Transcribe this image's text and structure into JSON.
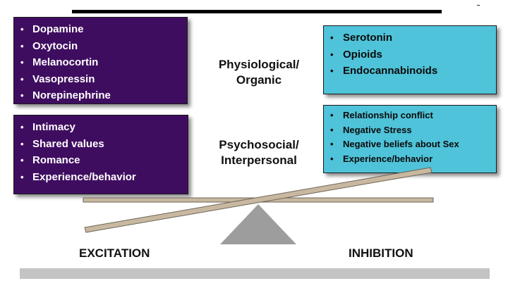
{
  "excitation": {
    "label": "EXCITATION",
    "physiological": [
      "Dopamine",
      "Oxytocin",
      "Melanocortin",
      "Vasopressin",
      "Norepinephrine"
    ],
    "psychosocial": [
      "Intimacy",
      "Shared values",
      "Romance",
      "Experience/behavior"
    ],
    "color": "#3f0d60"
  },
  "inhibition": {
    "label": "INHIBITION",
    "physiological": [
      "Serotonin",
      "Opioids",
      "Endocannabinoids"
    ],
    "psychosocial": [
      "Relationship conflict",
      "Negative Stress",
      "Negative beliefs about Sex",
      "Experience/behavior"
    ],
    "color": "#4fc3d9"
  },
  "categories": {
    "physiological": [
      "Physiological/",
      "Organic"
    ],
    "psychosocial": [
      "Psychosocial/",
      "Interpersonal"
    ]
  },
  "bullet": "•",
  "colors": {
    "beam_fill": "#c9b8a0",
    "beam_stroke": "#6b6558",
    "fulcrum": "#9d9d9d",
    "base": "#c4c4c4"
  }
}
